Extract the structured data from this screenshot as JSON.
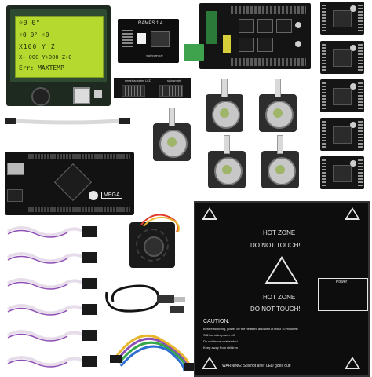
{
  "lcd": {
    "line1": "☼0    0°",
    "line2": "☼0    0°  ☼0",
    "line3": "X100  Y  Z",
    "line4": "X+ 000 Y+000 Z+0",
    "line5": "Err: MAXTEMP"
  },
  "adapter": {
    "label": "RAMPS 1.4",
    "brand": "sainsmart"
  },
  "breakout": {
    "label_left": "smart adapter LCD",
    "label_right": "sainsmart"
  },
  "mega": {
    "label": "MEGA"
  },
  "bed": {
    "hot_zone_top": "HOT ZONE",
    "do_not_touch_top": "DO NOT TOUCH!",
    "hot_zone_bottom": "HOT ZONE",
    "do_not_touch_bottom": "DO NOT TOUCH!",
    "power_title": "Power",
    "caution_title": "CAUTION:",
    "caution_lines": [
      "Before touching, power off the heatbed and wait at least 10 minutes!",
      "Still hot after power off",
      "Do not leave unattended",
      "Keep away from children"
    ],
    "warning": "WARNING: Still hot after LED goes out!"
  },
  "colors": {
    "lcd_screen": "#b6d92f",
    "pcb_black": "#141414",
    "terminal_green": "#3fa34d",
    "cable_white": "#e6dcea",
    "cable_purple": "#8e4fb5"
  }
}
